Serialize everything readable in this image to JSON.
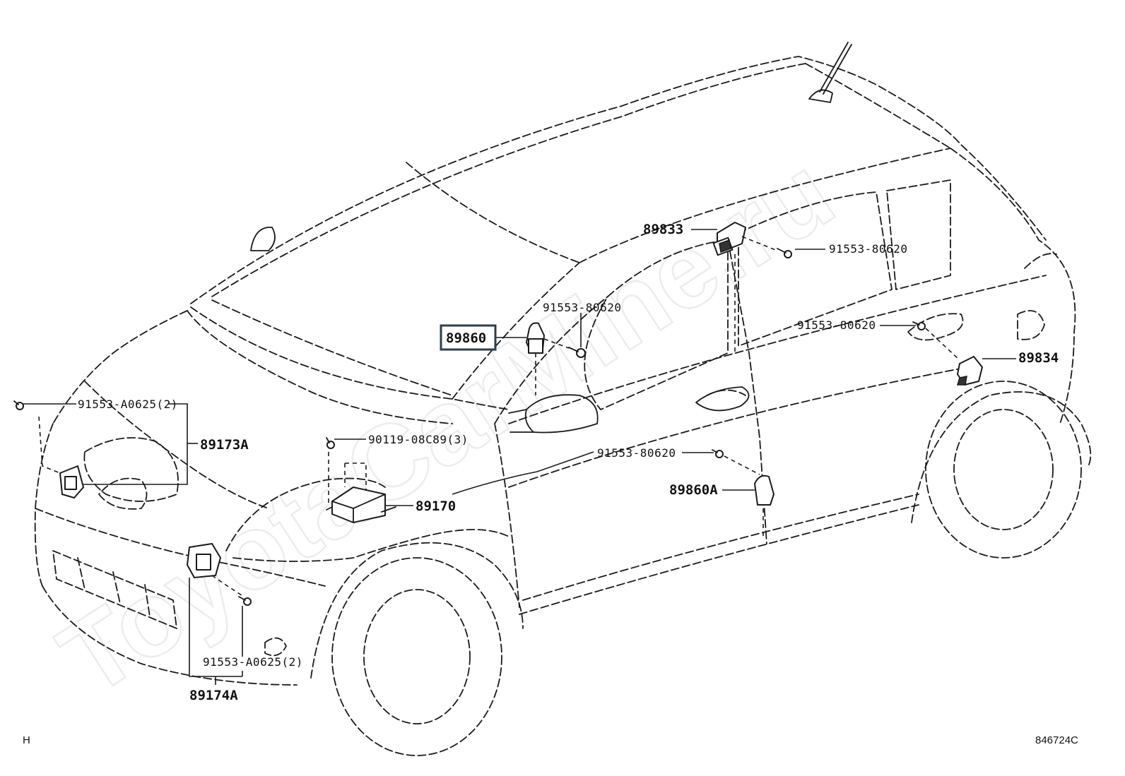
{
  "watermark": "ToyotaCarMine.ru",
  "corner_left": "H",
  "corner_right": "846724C",
  "highlighted_part": "89860",
  "callouts": {
    "p89833": "89833",
    "p91553_80620_a": "91553-80620",
    "p91553_80620_b": "91553-80620",
    "p91553_80620_c": "91553-80620",
    "p91553_80620_d": "91553-80620",
    "p89860": "89860",
    "p89834": "89834",
    "p91553_A0625_a": "91553-A0625(2)",
    "p89173A": "89173A",
    "p90119": "90119-08C89(3)",
    "p89170": "89170",
    "p89860A": "89860A",
    "p91553_A0625_b": "91553-A0625(2)",
    "p89174A": "89174A"
  }
}
